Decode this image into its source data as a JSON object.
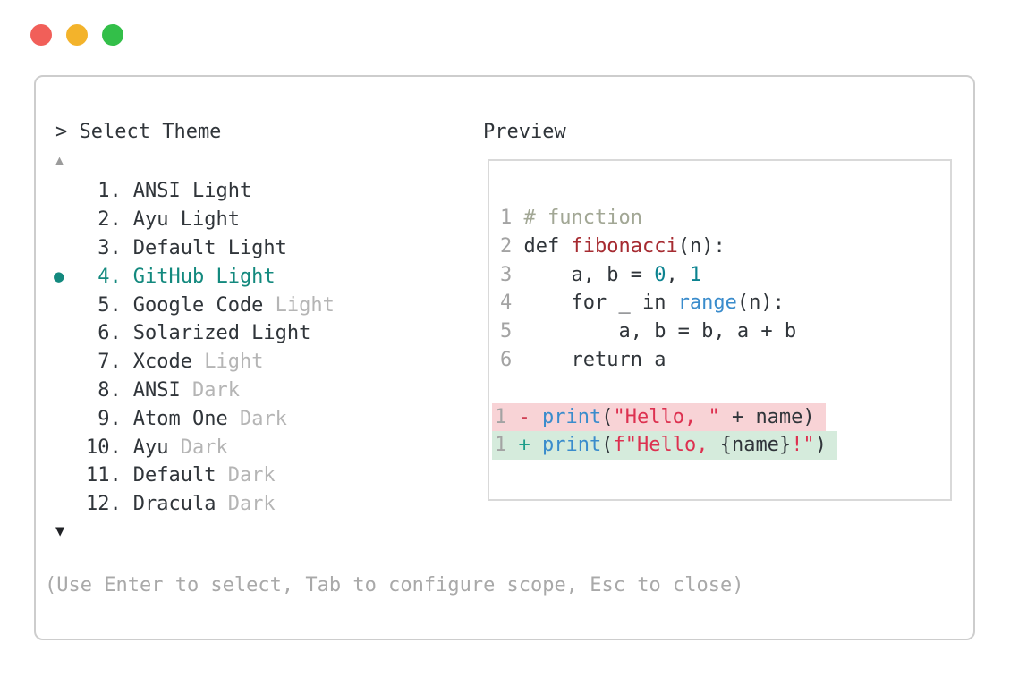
{
  "window": {
    "traffic_lights": [
      {
        "name": "close",
        "color": "#f15f59"
      },
      {
        "name": "minimize",
        "color": "#f3b32b"
      },
      {
        "name": "maximize",
        "color": "#33bf49"
      }
    ]
  },
  "picker": {
    "prompt": "> Select Theme",
    "scroll_up": "▲",
    "scroll_down": "▼",
    "items": [
      {
        "num": " 1.",
        "name": "ANSI Light",
        "variant": "",
        "selected": false
      },
      {
        "num": " 2.",
        "name": "Ayu Light",
        "variant": "",
        "selected": false
      },
      {
        "num": " 3.",
        "name": "Default Light",
        "variant": "",
        "selected": false
      },
      {
        "num": " 4.",
        "name": "GitHub Light",
        "variant": "",
        "selected": true
      },
      {
        "num": " 5.",
        "name": "Google Code",
        "variant": "Light",
        "selected": false
      },
      {
        "num": " 6.",
        "name": "Solarized Light",
        "variant": "",
        "selected": false
      },
      {
        "num": " 7.",
        "name": "Xcode",
        "variant": "Light",
        "selected": false
      },
      {
        "num": " 8.",
        "name": "ANSI",
        "variant": "Dark",
        "selected": false
      },
      {
        "num": " 9.",
        "name": "Atom One",
        "variant": "Dark",
        "selected": false
      },
      {
        "num": "10.",
        "name": "Ayu",
        "variant": "Dark",
        "selected": false
      },
      {
        "num": "11.",
        "name": "Default",
        "variant": "Dark",
        "selected": false
      },
      {
        "num": "12.",
        "name": "Dracula",
        "variant": "Dark",
        "selected": false
      }
    ],
    "help": "(Use Enter to select, Tab to configure scope, Esc to close)"
  },
  "preview": {
    "title": "Preview",
    "code": [
      {
        "num": "1",
        "type": "normal",
        "tokens": [
          {
            "text": "# function",
            "style": "comment"
          }
        ]
      },
      {
        "num": "2",
        "type": "normal",
        "tokens": [
          {
            "text": "def ",
            "style": "plain"
          },
          {
            "text": "fibonacci",
            "style": "function"
          },
          {
            "text": "(n):",
            "style": "plain"
          }
        ]
      },
      {
        "num": "3",
        "type": "normal",
        "tokens": [
          {
            "text": "    a, b = ",
            "style": "plain"
          },
          {
            "text": "0",
            "style": "number"
          },
          {
            "text": ", ",
            "style": "plain"
          },
          {
            "text": "1",
            "style": "number"
          }
        ]
      },
      {
        "num": "4",
        "type": "normal",
        "tokens": [
          {
            "text": "    for _ in ",
            "style": "plain"
          },
          {
            "text": "range",
            "style": "builtin"
          },
          {
            "text": "(n):",
            "style": "plain"
          }
        ]
      },
      {
        "num": "5",
        "type": "normal",
        "tokens": [
          {
            "text": "        a, b = b, a + b",
            "style": "plain"
          }
        ]
      },
      {
        "num": "6",
        "type": "normal",
        "tokens": [
          {
            "text": "    return a",
            "style": "plain"
          }
        ]
      },
      {
        "num": "",
        "type": "blank",
        "tokens": []
      },
      {
        "num": "1",
        "type": "del",
        "tokens": [
          {
            "text": "- ",
            "style": "del-sign"
          },
          {
            "text": "print",
            "style": "builtin"
          },
          {
            "text": "(",
            "style": "plain"
          },
          {
            "text": "\"Hello, \"",
            "style": "string"
          },
          {
            "text": " + name)",
            "style": "plain"
          }
        ]
      },
      {
        "num": "1",
        "type": "add",
        "tokens": [
          {
            "text": "+ ",
            "style": "add-sign"
          },
          {
            "text": "print",
            "style": "builtin"
          },
          {
            "text": "(",
            "style": "plain"
          },
          {
            "text": "f\"Hello, ",
            "style": "string"
          },
          {
            "text": "{name}",
            "style": "plain"
          },
          {
            "text": "!\"",
            "style": "string"
          },
          {
            "text": ")",
            "style": "plain"
          }
        ]
      }
    ]
  },
  "colors": {
    "accent_teal": "#13897e",
    "text": "#30353a",
    "muted": "#b5b5b5",
    "gray": "#a3a3a3",
    "comment": "#a2a795",
    "function_red": "#a62b31",
    "string_red": "#dd3150",
    "builtin_blue": "#3a8ccc",
    "number_teal": "#0c8390",
    "del_sign": "#d04055",
    "add_sign": "#1d9e8a",
    "del_bg": "#f8d3d6",
    "add_bg": "#d5ebdc",
    "panel_border": "#cdcdcd",
    "box_border": "#d9d9d9",
    "help_gray": "#a9a9a9",
    "arrow_gray": "#9b9b9b",
    "arrow_dark": "#202226"
  }
}
